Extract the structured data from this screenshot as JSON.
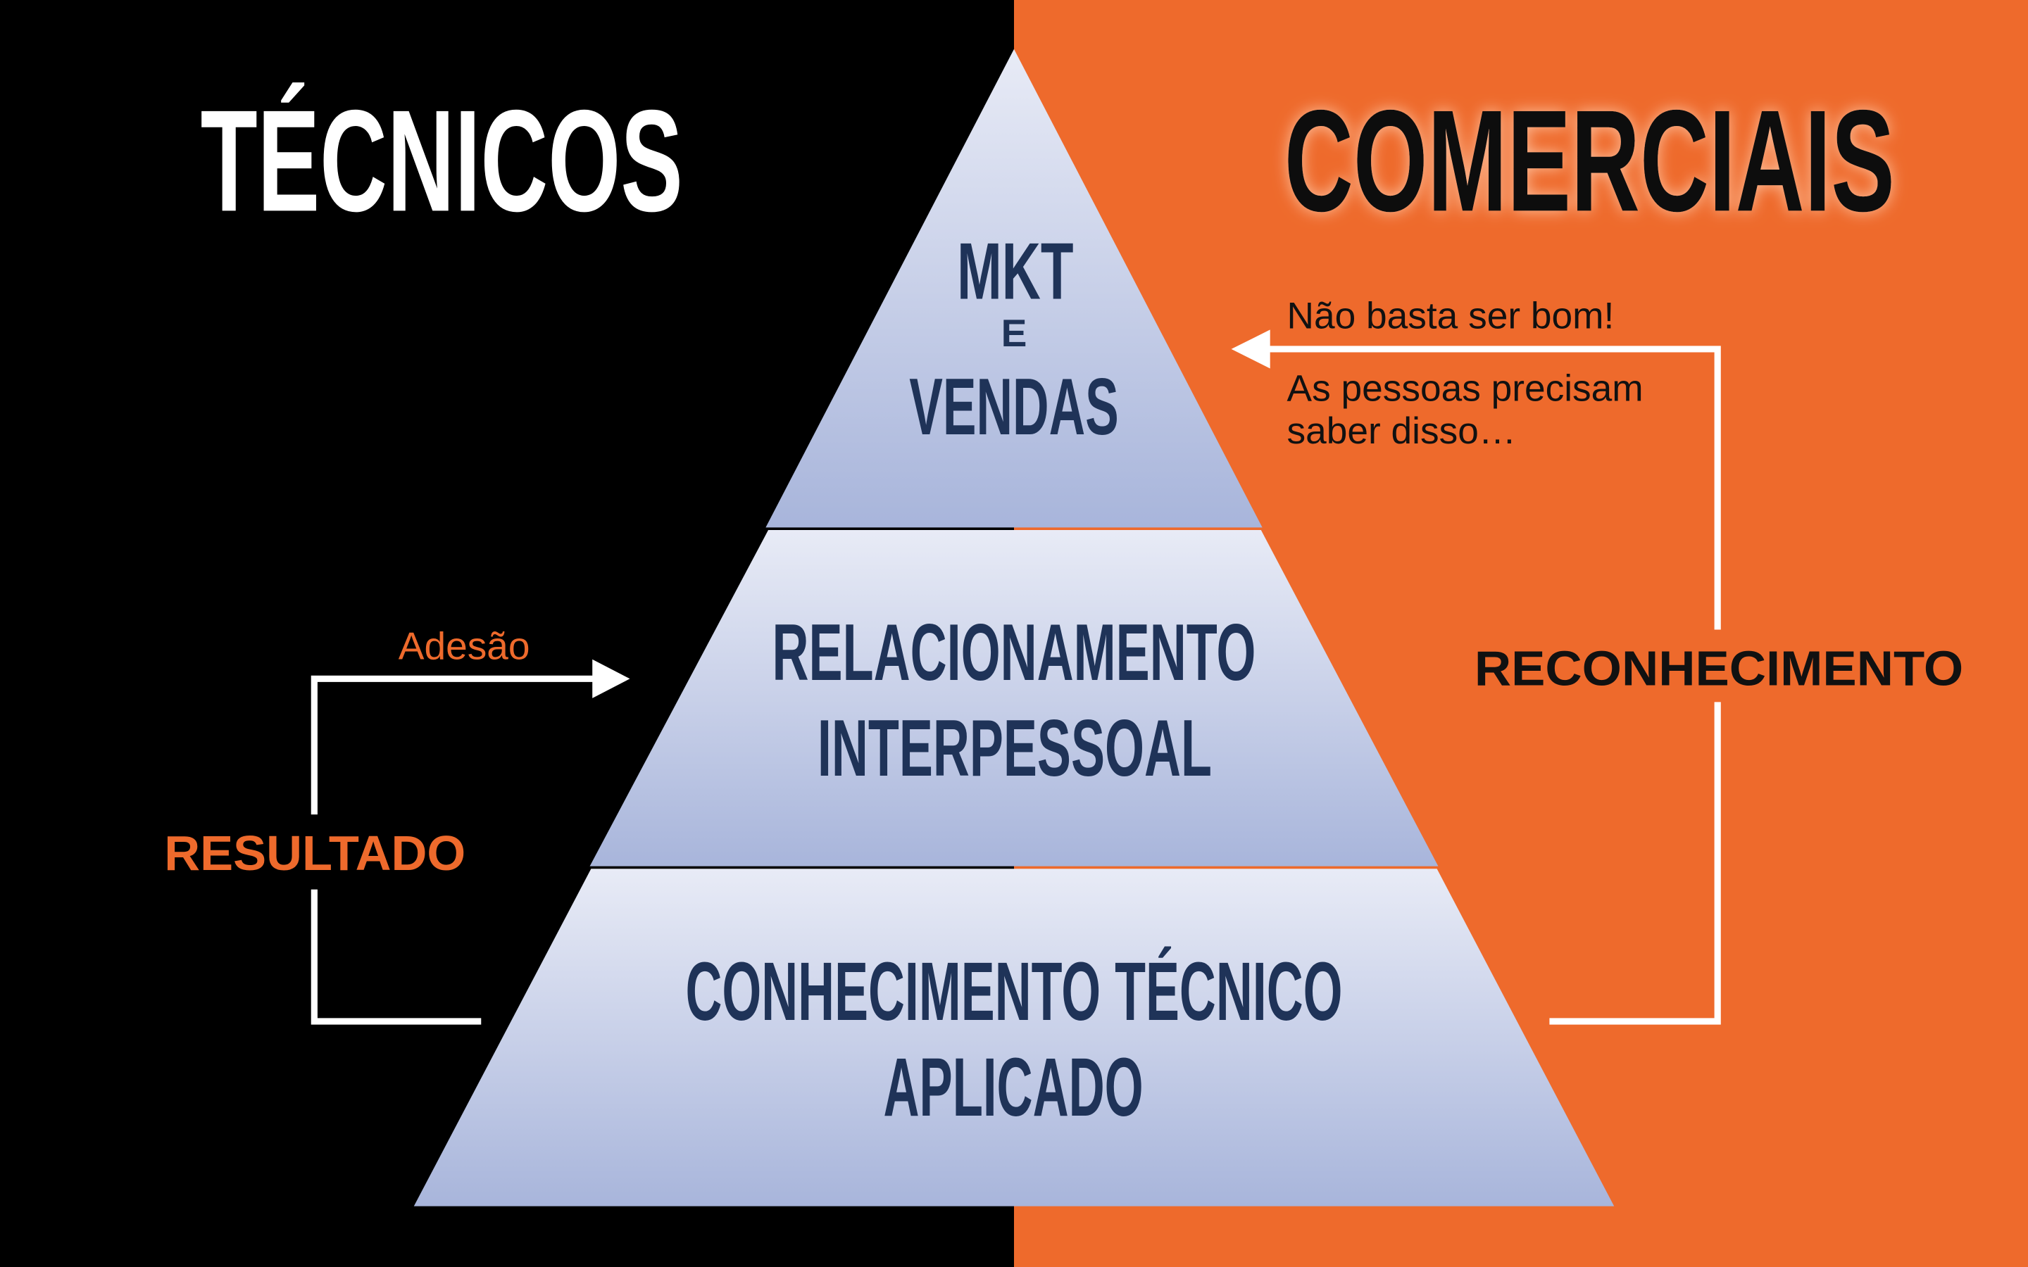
{
  "colors": {
    "left_bg": "#000000",
    "right_bg": "#EE6A2C",
    "pyramid_text": "#1F3358",
    "accent": "#EE6A2C"
  },
  "headers": {
    "left": "TÉCNICOS",
    "right": "COMERCIAIS"
  },
  "pyramid": {
    "top": {
      "line1": "MKT",
      "line2": "E",
      "line3": "VENDAS"
    },
    "middle": {
      "line1": "RELACIONAMENTO",
      "line2": "INTERPESSOAL"
    },
    "bottom": {
      "line1": "CONHECIMENTO TÉCNICO",
      "line2": "APLICADO"
    }
  },
  "right_note": {
    "line1": "Não basta ser bom!",
    "line2": "As pessoas precisam",
    "line3": "saber disso…"
  },
  "right_loop_label": "RECONHECIMENTO",
  "left_arrow_label": "Adesão",
  "left_loop_label": "RESULTADO"
}
